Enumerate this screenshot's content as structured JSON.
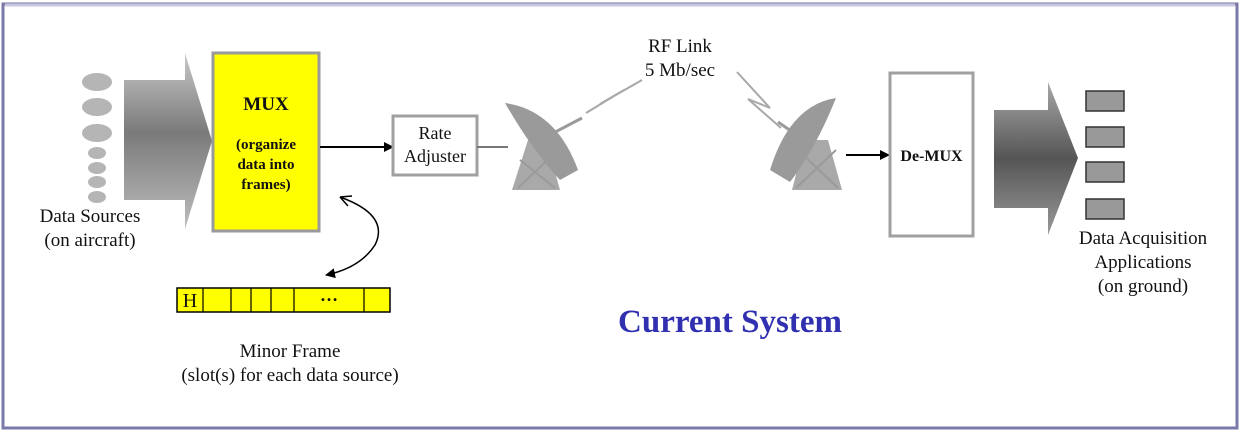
{
  "title": "Current System",
  "data_sources": {
    "line1": "Data Sources",
    "line2": "(on aircraft)"
  },
  "mux": {
    "title": "MUX",
    "line1": "(organize",
    "line2": "data into",
    "line3": "frames)"
  },
  "rate_adjuster": {
    "line1": "Rate",
    "line2": "Adjuster"
  },
  "rf_link": {
    "line1": "RF Link",
    "line2": "5 Mb/sec"
  },
  "demux": {
    "label": "De-MUX"
  },
  "minor_frame": {
    "header_cell": "H",
    "ellipsis_cell": "…",
    "caption1": "Minor Frame",
    "caption2": "(slot(s) for each data source)"
  },
  "data_acquisition": {
    "line1": "Data Acquisition",
    "line2": "Applications",
    "line3": "(on ground)"
  },
  "colors": {
    "frame_border": "#7a7aa8",
    "mux_fill": "#ffff00",
    "title_color": "#3030b0",
    "gray_shape": "#999999",
    "box_border": "#a0a0a0"
  }
}
